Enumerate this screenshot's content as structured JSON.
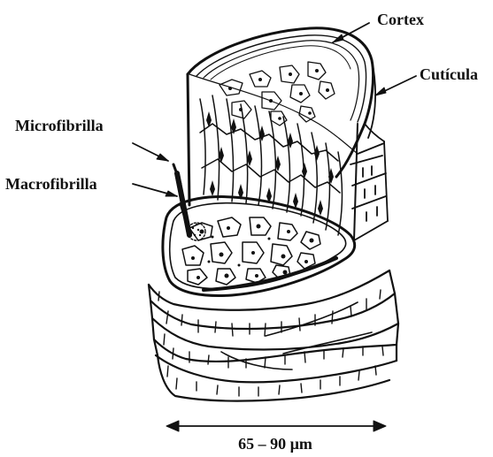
{
  "labels": {
    "cortex": "Cortex",
    "cuticula": "Cutícula",
    "microfibrilla": "Microfibrilla",
    "macrofibrilla": "Macrofibrilla",
    "scale": "65 – 90 µm"
  },
  "colors": {
    "ink": "#111111",
    "paper": "#ffffff"
  }
}
